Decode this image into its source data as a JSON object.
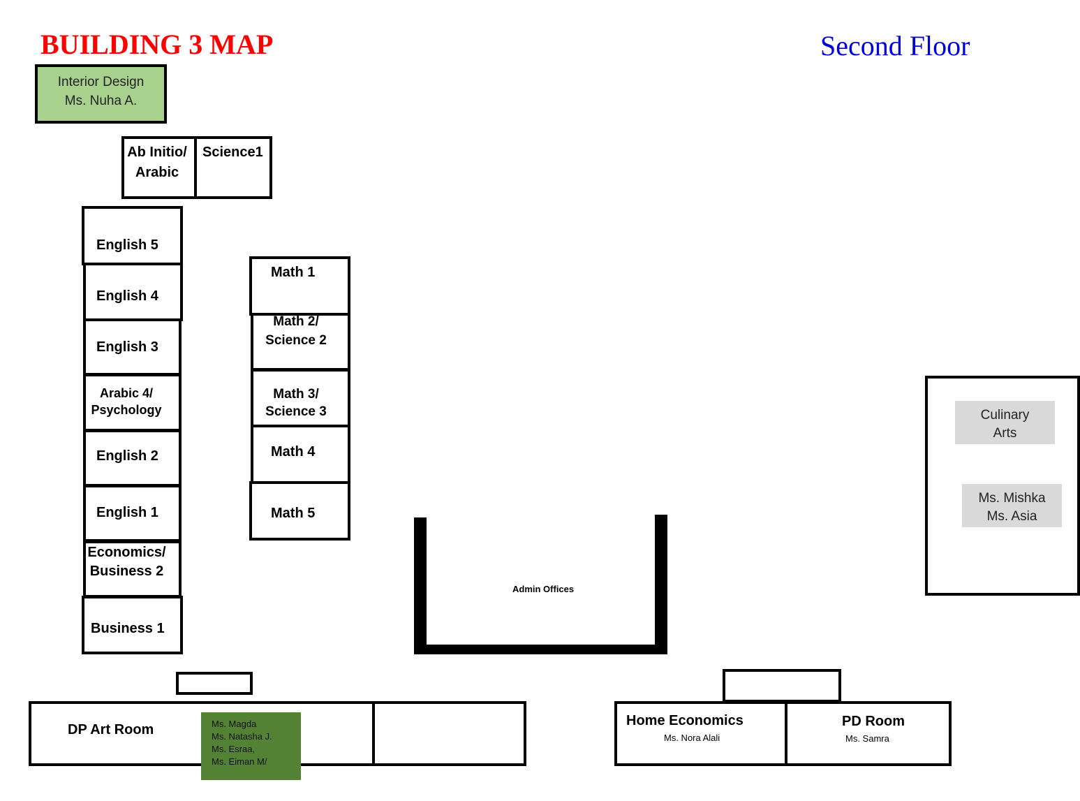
{
  "title": "BUILDING 3 MAP",
  "floor": {
    "label": "Second Floor",
    "color": "#0000dd"
  },
  "colors": {
    "title": "#ff0000",
    "interior_design": "#a9d18e",
    "staff_panel": "#548235",
    "culinary_boxes": "#d9d9d9"
  },
  "rooms": {
    "interior_design": "Interior Design\nMs. Nuha A.",
    "ab_initio_arabic": "Ab Initio/\nArabic",
    "science1": "Science1",
    "english5": "English 5",
    "english4": "English 4",
    "english3": "English 3",
    "arabic4_psychology": "Arabic 4/\nPsychology",
    "english2": "English 2",
    "english1": "English 1",
    "economics_business2": "Economics/\nBusiness 2",
    "business1": "Business 1",
    "math1": "Math 1",
    "math2_science2": "Math 2/\nScience 2",
    "math3_science3": "Math 3/\nScience 3",
    "math4": "Math 4",
    "math5": "Math 5",
    "admin_offices": "Admin Offices",
    "culinary_arts": "Culinary\nArts",
    "culinary_staff": "Ms. Mishka\nMs. Asia",
    "dp_art_room": "DP Art Room",
    "dp_art_staff": "Ms. Magda\nMs. Natasha J.\nMs. Esraa,\nMs. Eiman M/",
    "home_economics": "Home Economics",
    "home_economics_staff": "Ms. Nora Alali",
    "pd_room": "PD Room",
    "pd_room_staff": "Ms. Samra"
  }
}
